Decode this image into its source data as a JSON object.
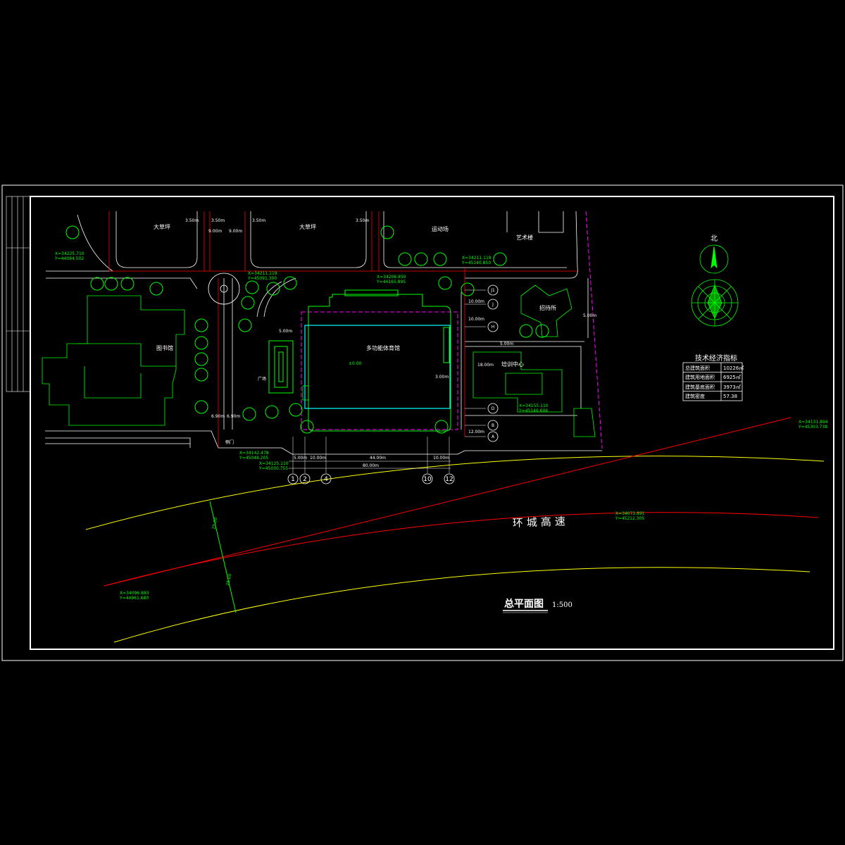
{
  "drawing": {
    "title": "总平面图",
    "scale": "1:500",
    "north_label": "北",
    "colors": {
      "background": "#000000",
      "frame": "#ffffff",
      "road": "#ffff00",
      "red_line": "#ff0000",
      "building": "#00ff00",
      "boundary": "#ff00ff",
      "hall": "#00ffff"
    }
  },
  "buildings": {
    "dorm_1": "大草坪",
    "dorm_2": "大草坪",
    "sports_field": "运动场",
    "art_building": "艺术楼",
    "library": "图书馆",
    "canteen": "招待所",
    "training_center": "培训中心",
    "gymnasium": "多功能体育馆",
    "plaza": "广场",
    "side_gate": "侧门"
  },
  "highway_label": "环城高速",
  "dimensions": {
    "top": [
      "3.50m",
      "3.50m",
      "3.50m",
      "3.50m",
      "9.00m",
      "9.00m"
    ],
    "bottom": [
      "5.00m",
      "10.00m",
      "44.00m",
      "10.00m",
      "80.00m"
    ],
    "road_width": [
      "25.00",
      "25.00"
    ],
    "misc": [
      "6.90m",
      "6.90m",
      "5.00m",
      "10.00m",
      "5.00m",
      "18.00m",
      "5.00m",
      "3.00m",
      "10.00m",
      "12.00m"
    ]
  },
  "gymnasium_note": "±0.00",
  "axes_bottom": [
    "1",
    "2",
    "4",
    "10",
    "12"
  ],
  "axes_right": [
    "J1",
    "J",
    "H",
    "D",
    "B",
    "A"
  ],
  "coords": [
    {
      "x": "X=34225.710",
      "y": "Y=44094.502"
    },
    {
      "x": "X=34211.119",
      "y": "Y=45091.300"
    },
    {
      "x": "X=34206.850",
      "y": "Y=44165.895"
    },
    {
      "x": "X=34211.119",
      "y": "Y=45140.850"
    },
    {
      "x": "X=34155.110",
      "y": "Y=45146.606"
    },
    {
      "x": "X=34142.478",
      "y": "Y=45048.205"
    },
    {
      "x": "X=34125.110",
      "y": "Y=45030.755"
    },
    {
      "x": "X=34131.894",
      "y": "Y=45303.738"
    },
    {
      "x": "X=34071.891",
      "y": "Y=45212.305"
    },
    {
      "x": "X=34096.883",
      "y": "Y=44961.680"
    }
  ],
  "indicators": {
    "title": "技术经济指标",
    "rows": [
      {
        "label": "总建筑面积",
        "value": "10226㎡"
      },
      {
        "label": "建筑用地面积",
        "value": "6925㎡"
      },
      {
        "label": "建筑基底面积",
        "value": "3973㎡"
      },
      {
        "label": "建筑密度",
        "value": "57.38"
      }
    ]
  }
}
